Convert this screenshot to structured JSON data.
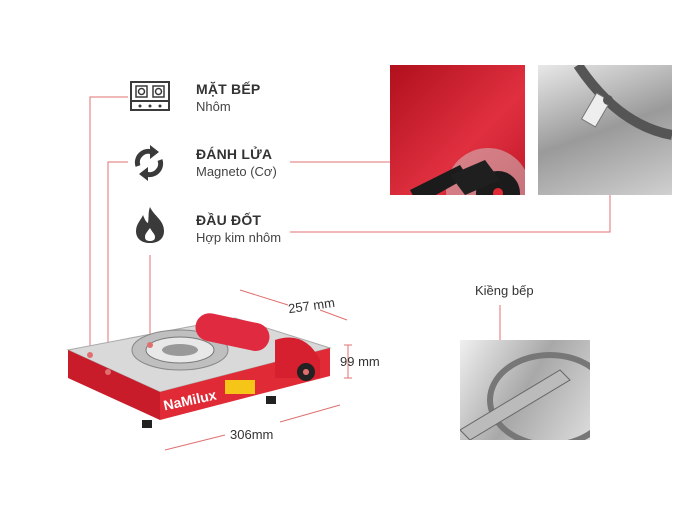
{
  "features": [
    {
      "title": "MẶT BẾP",
      "subtitle": "Nhôm",
      "icon": "stovetop-icon"
    },
    {
      "title": "ĐÁNH LỬA",
      "subtitle": "Magneto (Cơ)",
      "icon": "refresh-cycle-icon"
    },
    {
      "title": "ĐẦU ĐỐT",
      "subtitle": "Hợp kim nhôm",
      "icon": "flame-icon"
    }
  ],
  "dimensions": {
    "depth": "257 mm",
    "height": "99 mm",
    "width": "306mm"
  },
  "product": {
    "brand": "NaMilux"
  },
  "callouts": {
    "pot_support": "Kiềng bếp"
  },
  "colors": {
    "accent_line": "#e07070",
    "stove_red": "#d8202e",
    "icon_gray": "#3a3a3a"
  }
}
